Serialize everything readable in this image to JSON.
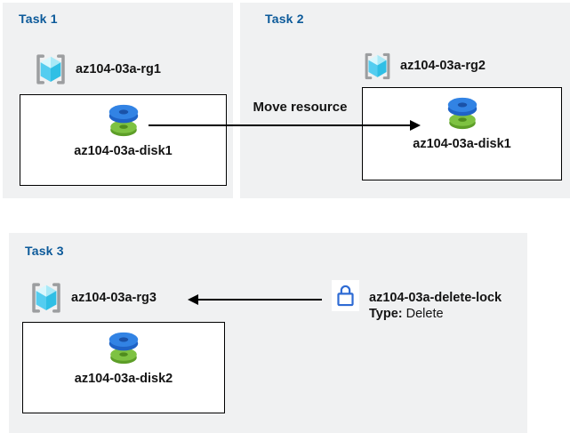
{
  "tasks": {
    "task1": {
      "title": "Task 1",
      "resource_group": "az104-03a-rg1",
      "disk": "az104-03a-disk1"
    },
    "task2": {
      "title": "Task 2",
      "resource_group": "az104-03a-rg2",
      "disk": "az104-03a-disk1"
    },
    "task3": {
      "title": "Task 3",
      "resource_group": "az104-03a-rg3",
      "disk": "az104-03a-disk2",
      "lock": {
        "name": "az104-03a-delete-lock",
        "type_label": "Type:",
        "type_value": "Delete"
      }
    }
  },
  "connectors": {
    "move_resource": {
      "label": "Move resource"
    }
  },
  "icons": {
    "resource_group": "resource-group-icon",
    "disk": "disk-icon",
    "lock": "lock-icon"
  },
  "colors": {
    "panel_bg": "#f0f1f2",
    "title_blue": "#0c5a9a",
    "text": "#141414",
    "arrow": "#000000",
    "lock_blue": "#2e6bd4",
    "disk_blue": "#3283e4",
    "disk_green": "#7ec242",
    "cube_cyan_light": "#a9e9f7",
    "cube_cyan_left": "#54cdf0",
    "cube_cyan_right": "#2fbfe5",
    "bracket_gray": "#9c9ea0"
  }
}
